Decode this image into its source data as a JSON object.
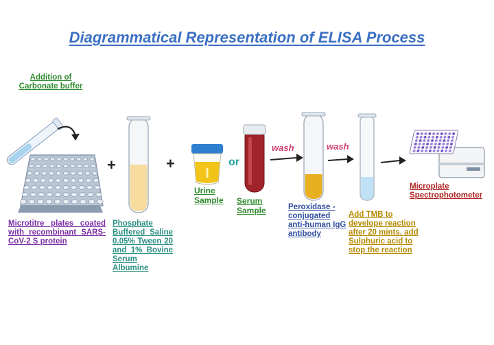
{
  "title": "Diagrammatical Representation of ELISA Process",
  "steps": {
    "carbonate": "Addition of Carbonate buffer",
    "plate": "Microtitre plates coated with recombinant SARS-CoV-2 S protein",
    "pbs": "Phosphate Buffered Saline 0.05% Tween 20 and 1% Bovine Serum Albumine",
    "urine": "Urine Sample",
    "serum": "Serum Sample",
    "peroxidase": "Peroxidase - conjugated anti-human IgG antibody",
    "tmb": "Add TMB to develope reaction after 20 mints. add Sulphuric acid to stop the reaction",
    "spectro": "Microplate Spectrophotometer"
  },
  "operators": {
    "plus": "+",
    "or": "or",
    "wash": "wash"
  },
  "colors": {
    "title": "#3a6fc4",
    "green": "#2e8b2e",
    "purple": "#7b2fa6",
    "teal": "#2b8f83",
    "blue": "#2f4fa0",
    "gold": "#b58a00",
    "red": "#b22222",
    "wash": "#d04070",
    "serum": "#a0222a",
    "urine": "#f2c419",
    "pbs": "#f7dca0",
    "perox": "#e8b020",
    "tmb": "#bfe0f5"
  }
}
